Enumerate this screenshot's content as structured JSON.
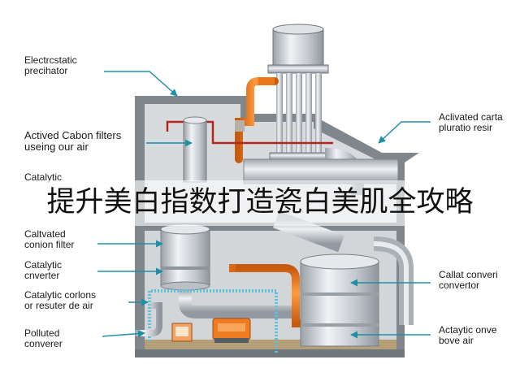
{
  "labels": {
    "electrostatic": {
      "line1": "Electrcstatic",
      "line2": "precihator"
    },
    "activated_carbon_filters": {
      "line1": "Actived Cabon filters",
      "line2": "useing our air"
    },
    "catalytic_top": {
      "line1": "Catalytic",
      "line2": ""
    },
    "activated_carbon_filter": {
      "line1": "Caltvated",
      "line2": "conion filter"
    },
    "catalytic_converter": {
      "line1": "Catalytic",
      "line2": "cnverter"
    },
    "catalytic_carbons": {
      "line1": "Catalytic corlons",
      "line2": "or resuter de air"
    },
    "polluted_converter": {
      "line1": "Polluted",
      "line2": "converer"
    },
    "activated_right": {
      "line1": "Aclivated carta",
      "line2": "pluratio resir"
    },
    "catalyst_converter": {
      "line1": "Callat converi",
      "line2": "convertor"
    },
    "catalytic_onve": {
      "line1": "Actaytic onve",
      "line2": "bove air"
    }
  },
  "banner": {
    "text": "提升美白指数打造瓷白美肌全攻略"
  },
  "colors": {
    "building_wall": "#8a9096",
    "interior": "#d9dde0",
    "floor": "#b8a27a",
    "pipe_orange": "#ee7a1c",
    "steel": "#c7ccd1",
    "leader_teal": "#1f8fa6",
    "frame_cyan": "#5fc0d8"
  }
}
